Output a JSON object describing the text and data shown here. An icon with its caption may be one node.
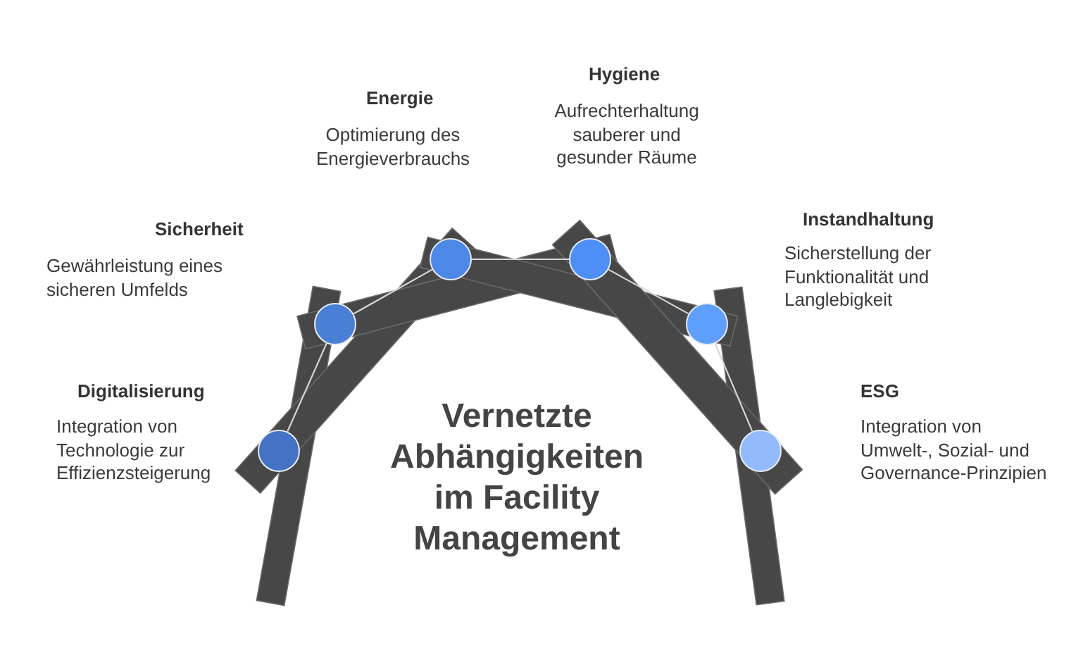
{
  "diagram": {
    "title": "Vernetzte Abhängigkeiten im Facility Management",
    "nodes": [
      {
        "text": [],
        "shape": "circle",
        "beside": [
          "Digitalisierung",
          "Integration von Technologie zur Effizienzsteigerung"
        ]
      },
      {
        "text": [],
        "shape": "circle",
        "beside": [
          "Sicherheit",
          "Gewährleistung eines sicheren Umfelds"
        ]
      },
      {
        "text": [],
        "shape": "circle",
        "beside": [
          "Energie",
          "Optimierung des Energieverbrauchs"
        ]
      },
      {
        "text": [],
        "shape": "circle",
        "beside": [
          "Hygiene",
          "Aufrechterhaltung sauberer und gesunder Räume"
        ]
      },
      {
        "text": [],
        "shape": "circle",
        "beside": [
          "Instandhaltung",
          "Sicherstellung der Funktionalität und Langlebigkeit"
        ]
      },
      {
        "text": [],
        "shape": "circle",
        "beside": [
          "ESG",
          "Integration von Umwelt-, Sozial- und Governance-Prinzipien"
        ]
      }
    ],
    "edges": [
      {
        "from": 0,
        "to": 1,
        "arrow": "none"
      },
      {
        "from": 1,
        "to": 2,
        "arrow": "none"
      },
      {
        "from": 2,
        "to": 3,
        "arrow": "none"
      },
      {
        "from": 3,
        "to": 4,
        "arrow": "none"
      },
      {
        "from": 4,
        "to": 5,
        "arrow": "none"
      }
    ]
  }
}
